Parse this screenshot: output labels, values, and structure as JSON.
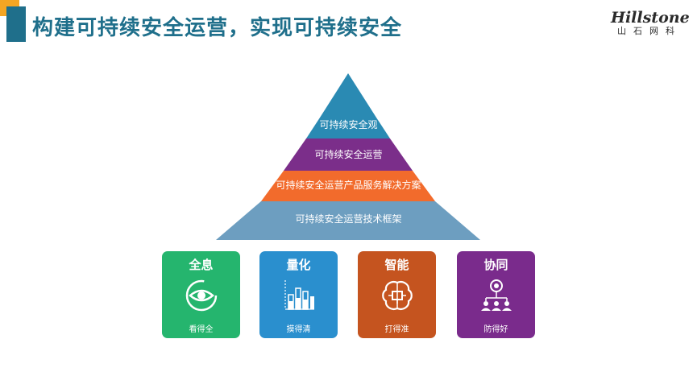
{
  "header": {
    "title": "构建可持续安全运营，实现可持续安全"
  },
  "logo": {
    "name": "Hillstone",
    "subtitle": "山石网科"
  },
  "pyramid": {
    "layers": [
      {
        "label": "可持续安全观",
        "color": "#2a8ab3"
      },
      {
        "label": "可持续安全运营",
        "color": "#7b2e8a"
      },
      {
        "label": "可持续安全运营产品服务解决方案",
        "color": "#f26b2c"
      },
      {
        "label": "可持续安全运营技术框架",
        "color": "#6d9ec0"
      }
    ]
  },
  "cards": [
    {
      "title": "全息",
      "caption": "看得全",
      "color": "#25b56e",
      "icon": "eye-icon"
    },
    {
      "title": "量化",
      "caption": "摸得清",
      "color": "#2a8fce",
      "icon": "bar-chart-icon"
    },
    {
      "title": "智能",
      "caption": "打得准",
      "color": "#c5541f",
      "icon": "brain-icon"
    },
    {
      "title": "协同",
      "caption": "防得好",
      "color": "#7a2b8c",
      "icon": "network-icon"
    }
  ]
}
